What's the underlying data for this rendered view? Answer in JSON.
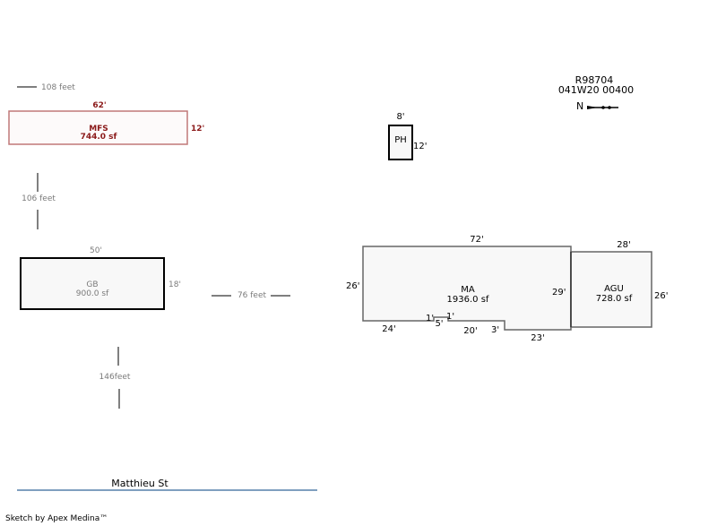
{
  "parcel": {
    "id": "R98704",
    "map_ref": "041W20  00400",
    "north_label": "N"
  },
  "distances": {
    "top_left": "108 feet",
    "mfs_to_gb": "106 feet",
    "gb_to_ma": "76 feet",
    "gb_to_street": "146feet"
  },
  "buildings": {
    "mfs": {
      "label": "MFS",
      "area": "744.0 sf",
      "top": "62'",
      "side": "12'"
    },
    "gb": {
      "label": "GB",
      "area": "900.0 sf",
      "top": "50'",
      "side": "18'"
    },
    "ph": {
      "label": "PH",
      "top": "8'",
      "side": "12'"
    },
    "ma": {
      "label": "MA",
      "area": "1936.0 sf",
      "top": "72'",
      "left": "26'",
      "right": "29'",
      "bottom_a": "24'",
      "jog_a": "1'",
      "jog_w": "5'",
      "jog_b": "1'",
      "bottom_b": "20'",
      "step": "3'",
      "bottom_c": "23'"
    },
    "agu": {
      "label": "AGU",
      "area": "728.0 sf",
      "top": "28'",
      "side": "26'"
    }
  },
  "street": {
    "name": "Matthieu St"
  },
  "footer": {
    "credit": "Sketch by Apex Medina™"
  },
  "colors": {
    "street_line": "#7f9fbf",
    "mfs_stroke": "#c07878",
    "mfs_text": "#8b1a1a"
  }
}
